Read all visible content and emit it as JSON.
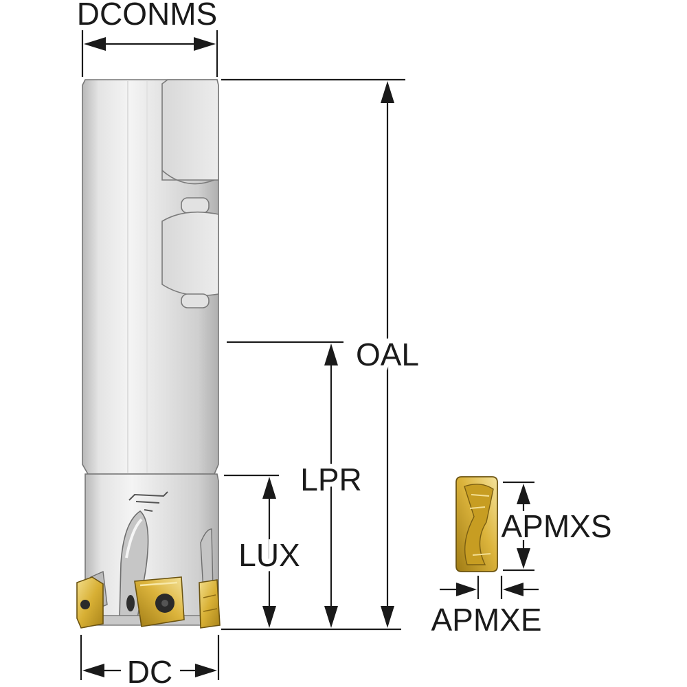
{
  "labels": {
    "dconms": "DCONMS",
    "oal": "OAL",
    "lpr": "LPR",
    "lux": "LUX",
    "dc": "DC",
    "apmxs": "APMXS",
    "apmxe": "APMXE"
  },
  "colors": {
    "body_light": "#eeeeee",
    "body_mid": "#d2d2d2",
    "body_dark": "#a9a9a9",
    "outline": "#6e6e6e",
    "insert_gold": "#d9b233",
    "insert_light": "#f1dc86",
    "insert_dark": "#a98418",
    "screw": "#2a2a2a",
    "dimension": "#1a1a1a"
  }
}
